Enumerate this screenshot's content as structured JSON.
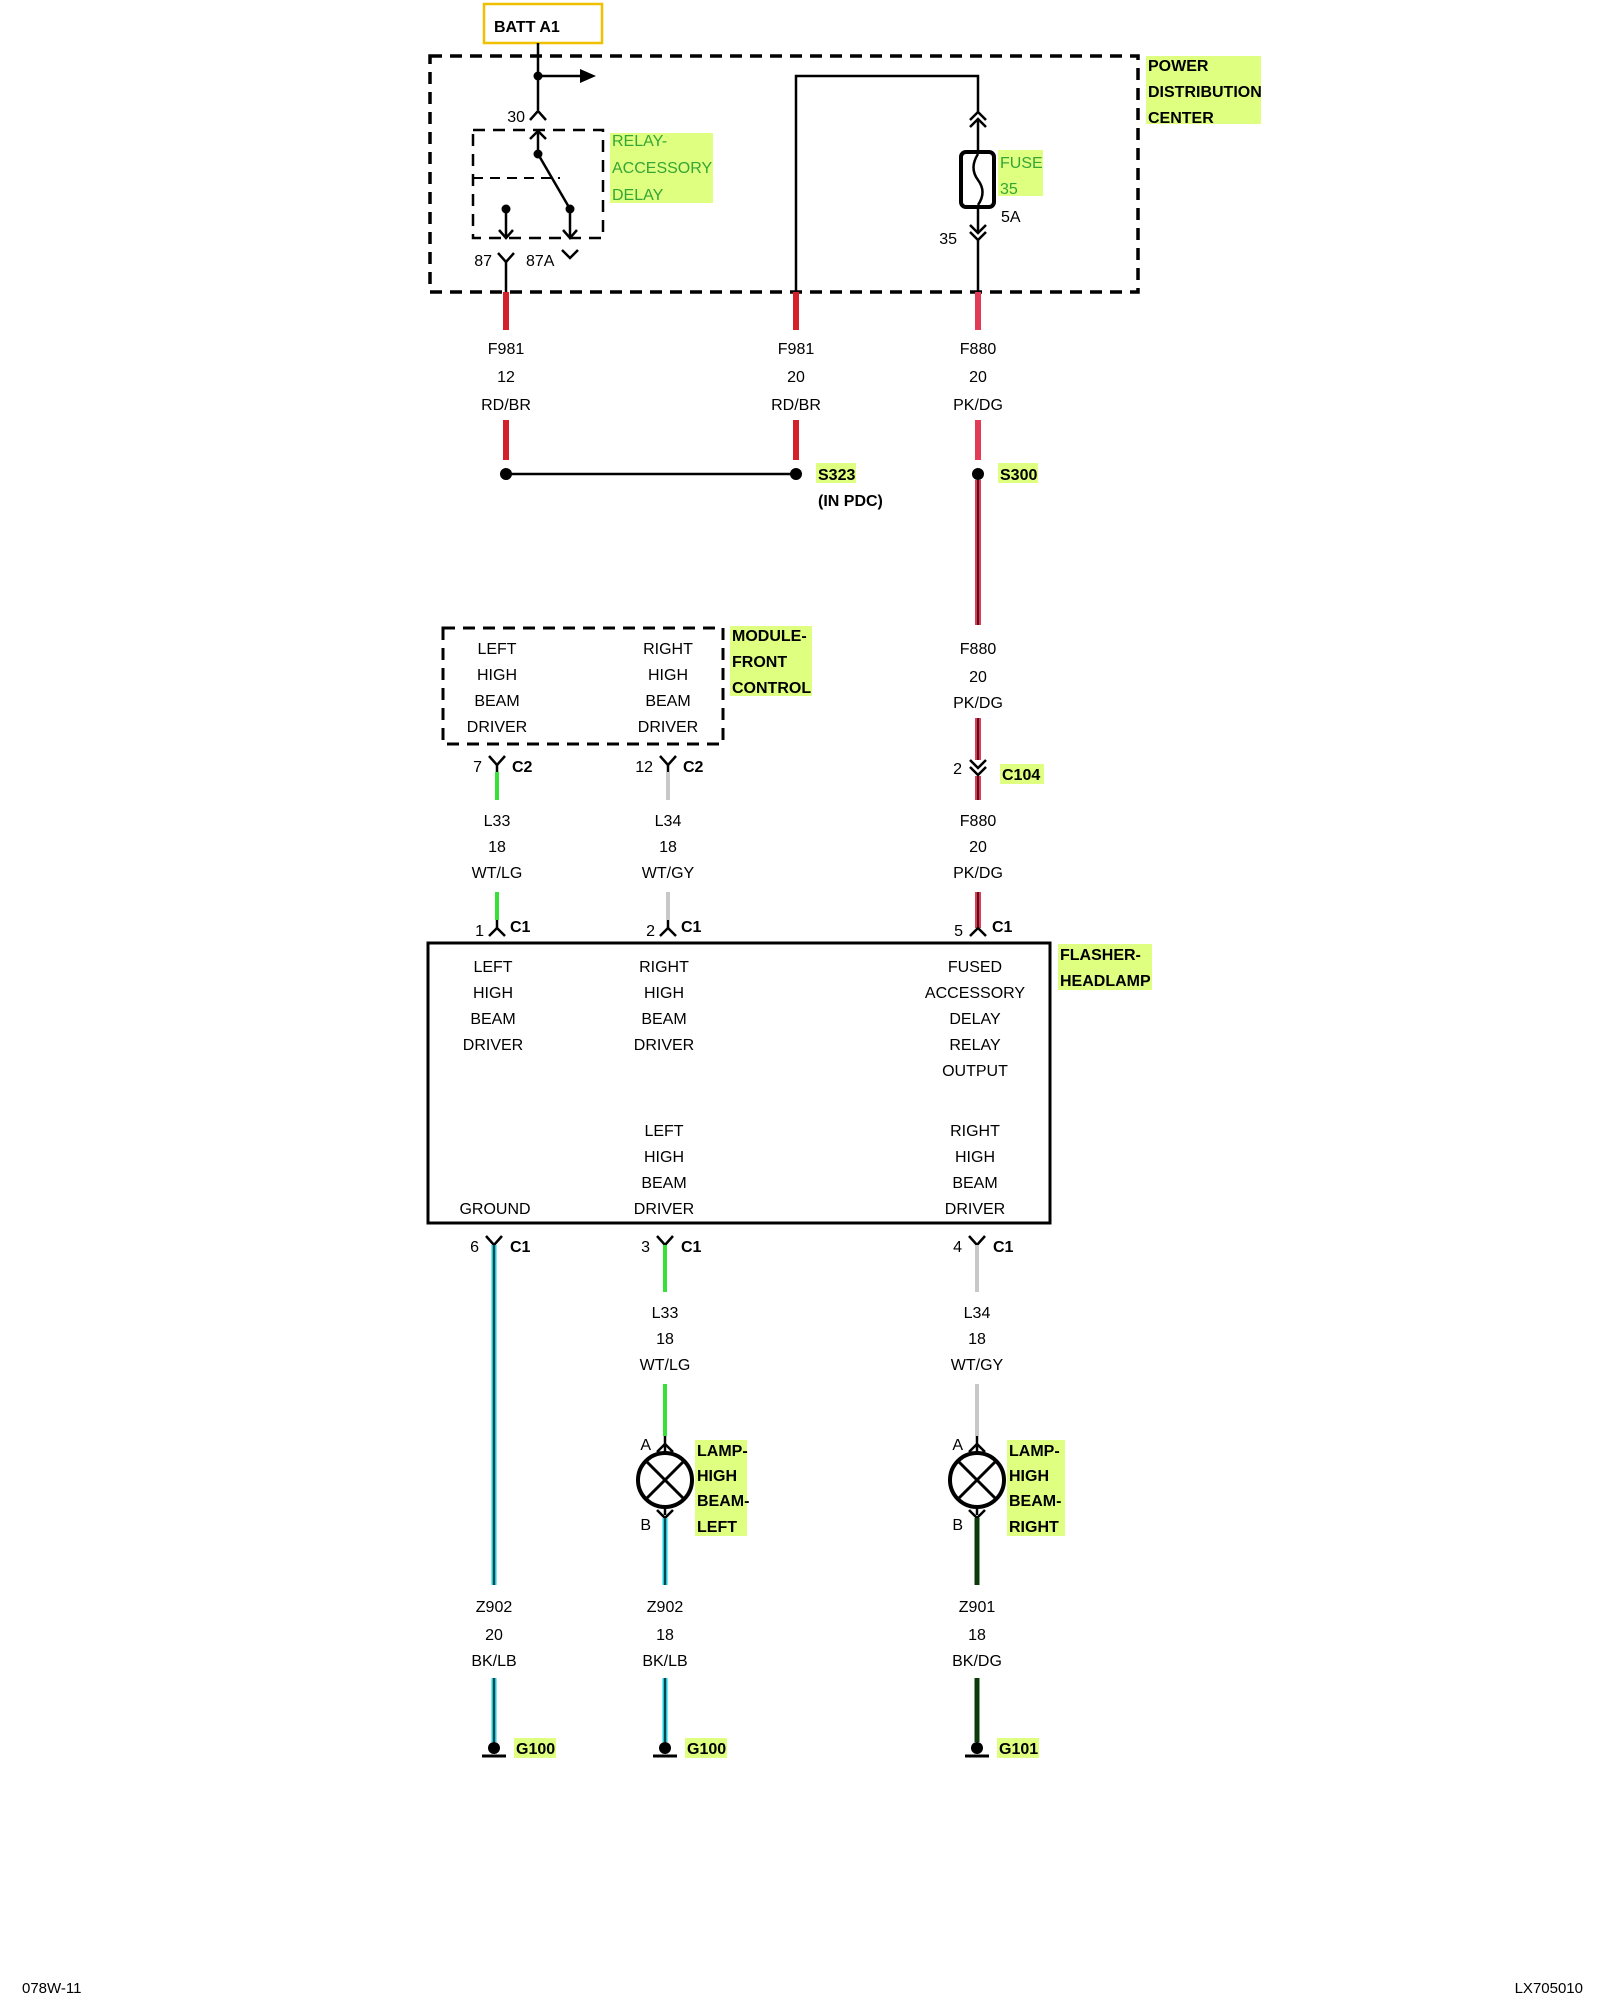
{
  "colors": {
    "red": "#d4202a",
    "pink": "#e23a57",
    "green": "#38e038",
    "gray": "#c8c8c8",
    "cyan": "#1ec8d8",
    "black": "#000000",
    "dkgreen": "#0b3a0b",
    "highlight": "#dfff80"
  },
  "batt": {
    "label": "BATT A1"
  },
  "pdc": {
    "label": [
      "POWER",
      "DISTRIBUTION",
      "CENTER"
    ]
  },
  "relay": {
    "label": [
      "RELAY-",
      "ACCESSORY",
      "DELAY"
    ],
    "pin30": "30",
    "pin87": "87",
    "pin87a": "87A"
  },
  "fuse": {
    "label": [
      "FUSE",
      "35"
    ],
    "rating": "5A",
    "pin": "35"
  },
  "wires": {
    "f981_a": [
      "F981",
      "12",
      "RD/BR"
    ],
    "f981_b": [
      "F981",
      "20",
      "RD/BR"
    ],
    "f880_a": [
      "F880",
      "20",
      "PK/DG"
    ],
    "f880_b": [
      "F880",
      "20",
      "PK/DG"
    ],
    "f880_c": [
      "F880",
      "20",
      "PK/DG"
    ],
    "l33_a": [
      "L33",
      "18",
      "WT/LG"
    ],
    "l34_a": [
      "L34",
      "18",
      "WT/GY"
    ],
    "l33_b": [
      "L33",
      "18",
      "WT/LG"
    ],
    "l34_b": [
      "L34",
      "18",
      "WT/GY"
    ],
    "z902_a": [
      "Z902",
      "20",
      "BK/LB"
    ],
    "z902_b": [
      "Z902",
      "18",
      "BK/LB"
    ],
    "z901": [
      "Z901",
      "18",
      "BK/DG"
    ]
  },
  "splices": {
    "s323": "S323",
    "s323_note": "(IN PDC)",
    "s300": "S300"
  },
  "fcm": {
    "label": [
      "MODULE-",
      "FRONT",
      "CONTROL"
    ],
    "left": [
      "LEFT",
      "HIGH",
      "BEAM",
      "DRIVER"
    ],
    "right": [
      "RIGHT",
      "HIGH",
      "BEAM",
      "DRIVER"
    ]
  },
  "connectors": {
    "c2_7": {
      "pin": "7",
      "name": "C2"
    },
    "c2_12": {
      "pin": "12",
      "name": "C2"
    },
    "c104": {
      "pin": "2",
      "name": "C104"
    },
    "c1_1": {
      "pin": "1",
      "name": "C1"
    },
    "c1_2": {
      "pin": "2",
      "name": "C1"
    },
    "c1_5": {
      "pin": "5",
      "name": "C1"
    },
    "c1_6": {
      "pin": "6",
      "name": "C1"
    },
    "c1_3": {
      "pin": "3",
      "name": "C1"
    },
    "c1_4": {
      "pin": "4",
      "name": "C1"
    }
  },
  "flasher": {
    "label": [
      "FLASHER-",
      "HEADLAMP"
    ],
    "in_left": [
      "LEFT",
      "HIGH",
      "BEAM",
      "DRIVER"
    ],
    "in_right": [
      "RIGHT",
      "HIGH",
      "BEAM",
      "DRIVER"
    ],
    "in_fused": [
      "FUSED",
      "ACCESSORY",
      "DELAY",
      "RELAY",
      "OUTPUT"
    ],
    "out_ground": [
      "GROUND"
    ],
    "out_left": [
      "LEFT",
      "HIGH",
      "BEAM",
      "DRIVER"
    ],
    "out_right": [
      "RIGHT",
      "HIGH",
      "BEAM",
      "DRIVER"
    ]
  },
  "lamps": {
    "left": {
      "label": [
        "LAMP-",
        "HIGH",
        "BEAM-",
        "LEFT"
      ],
      "pinA": "A",
      "pinB": "B"
    },
    "right": {
      "label": [
        "LAMP-",
        "HIGH",
        "BEAM-",
        "RIGHT"
      ],
      "pinA": "A",
      "pinB": "B"
    }
  },
  "grounds": {
    "g1": "G100",
    "g2": "G100",
    "g3": "G101"
  },
  "footer": {
    "left": "078W-11",
    "right": "LX705010"
  }
}
